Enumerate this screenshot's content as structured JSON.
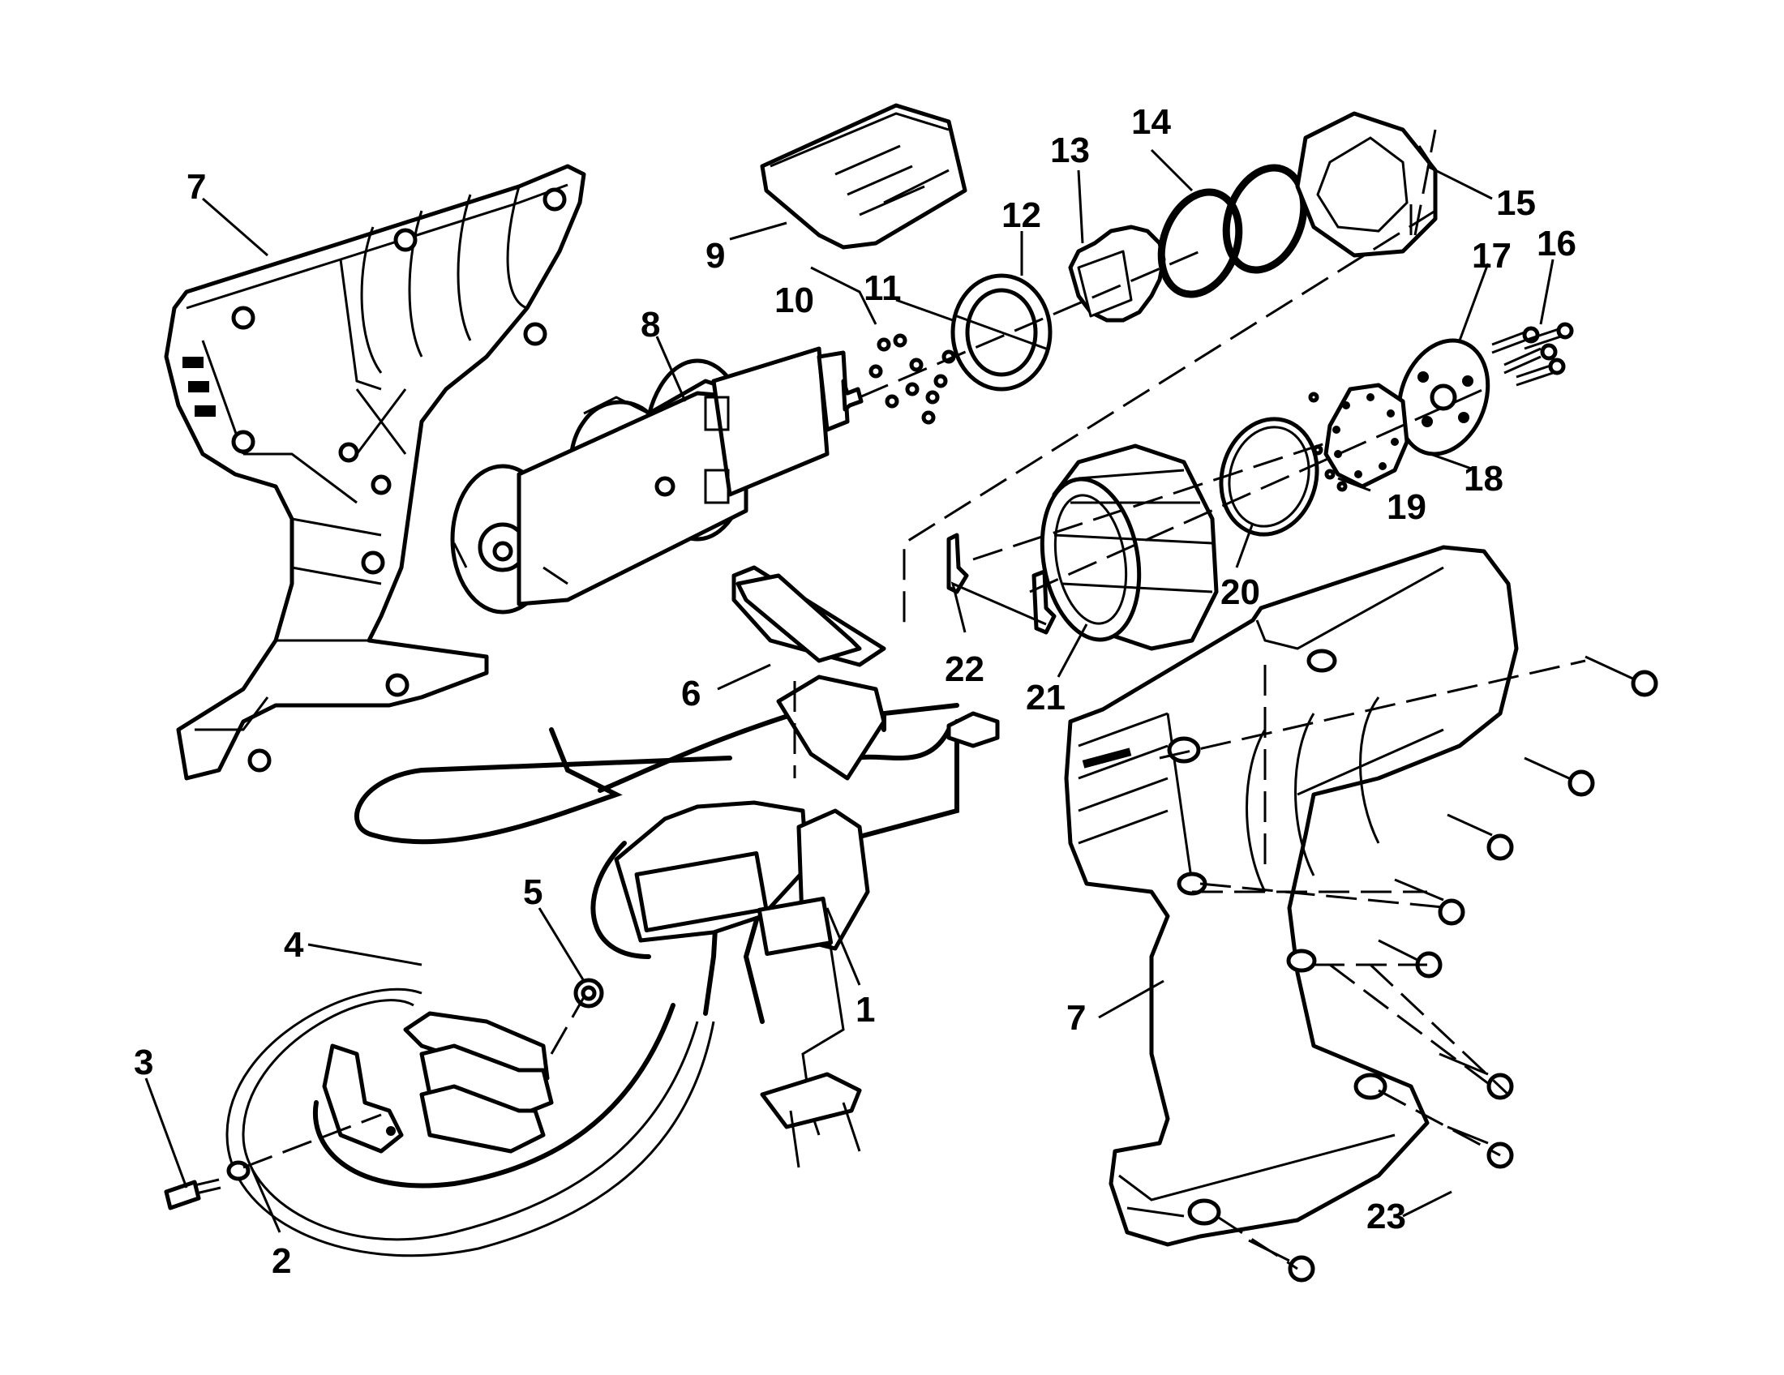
{
  "callouts": [
    {
      "id": "c1",
      "label": "1"
    },
    {
      "id": "c2",
      "label": "2"
    },
    {
      "id": "c3",
      "label": "3"
    },
    {
      "id": "c4",
      "label": "4"
    },
    {
      "id": "c5",
      "label": "5"
    },
    {
      "id": "c6",
      "label": "6"
    },
    {
      "id": "c7a",
      "label": "7"
    },
    {
      "id": "c7b",
      "label": "7"
    },
    {
      "id": "c8",
      "label": "8"
    },
    {
      "id": "c9",
      "label": "9"
    },
    {
      "id": "c10",
      "label": "10"
    },
    {
      "id": "c11",
      "label": "11"
    },
    {
      "id": "c12",
      "label": "12"
    },
    {
      "id": "c13",
      "label": "13"
    },
    {
      "id": "c14",
      "label": "14"
    },
    {
      "id": "c15",
      "label": "15"
    },
    {
      "id": "c16",
      "label": "16"
    },
    {
      "id": "c17",
      "label": "17"
    },
    {
      "id": "c18",
      "label": "18"
    },
    {
      "id": "c19",
      "label": "19"
    },
    {
      "id": "c20",
      "label": "20"
    },
    {
      "id": "c21",
      "label": "21"
    },
    {
      "id": "c22",
      "label": "22"
    },
    {
      "id": "c23",
      "label": "23"
    }
  ]
}
